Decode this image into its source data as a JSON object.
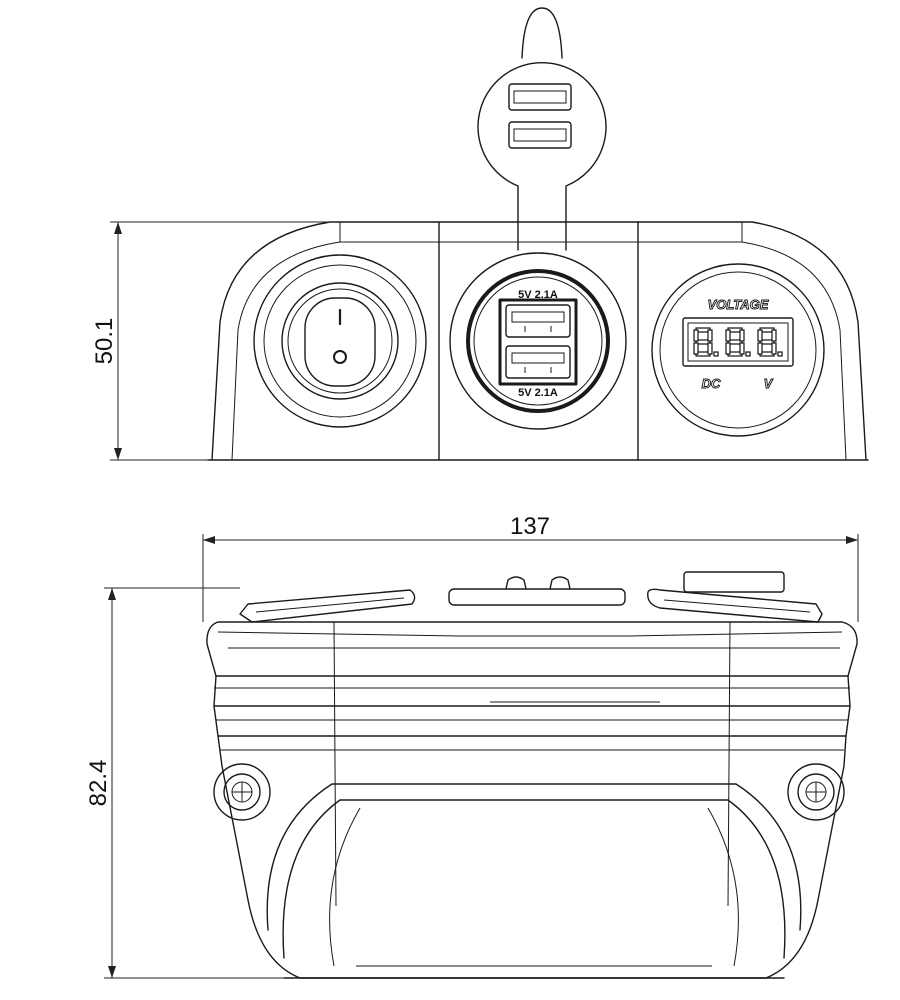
{
  "dimensions": {
    "front_height": "50.1",
    "width": "137",
    "top_depth": "82.4"
  },
  "usb_panel": {
    "top_label": "5V 2.1A",
    "bottom_label": "5V 2.1A"
  },
  "switch_panel": {
    "on_symbol": "I",
    "off_symbol": "O"
  },
  "voltmeter": {
    "title": "VOLTAGE",
    "left_label": "DC",
    "right_label": "V",
    "digits": "8.8.8."
  }
}
